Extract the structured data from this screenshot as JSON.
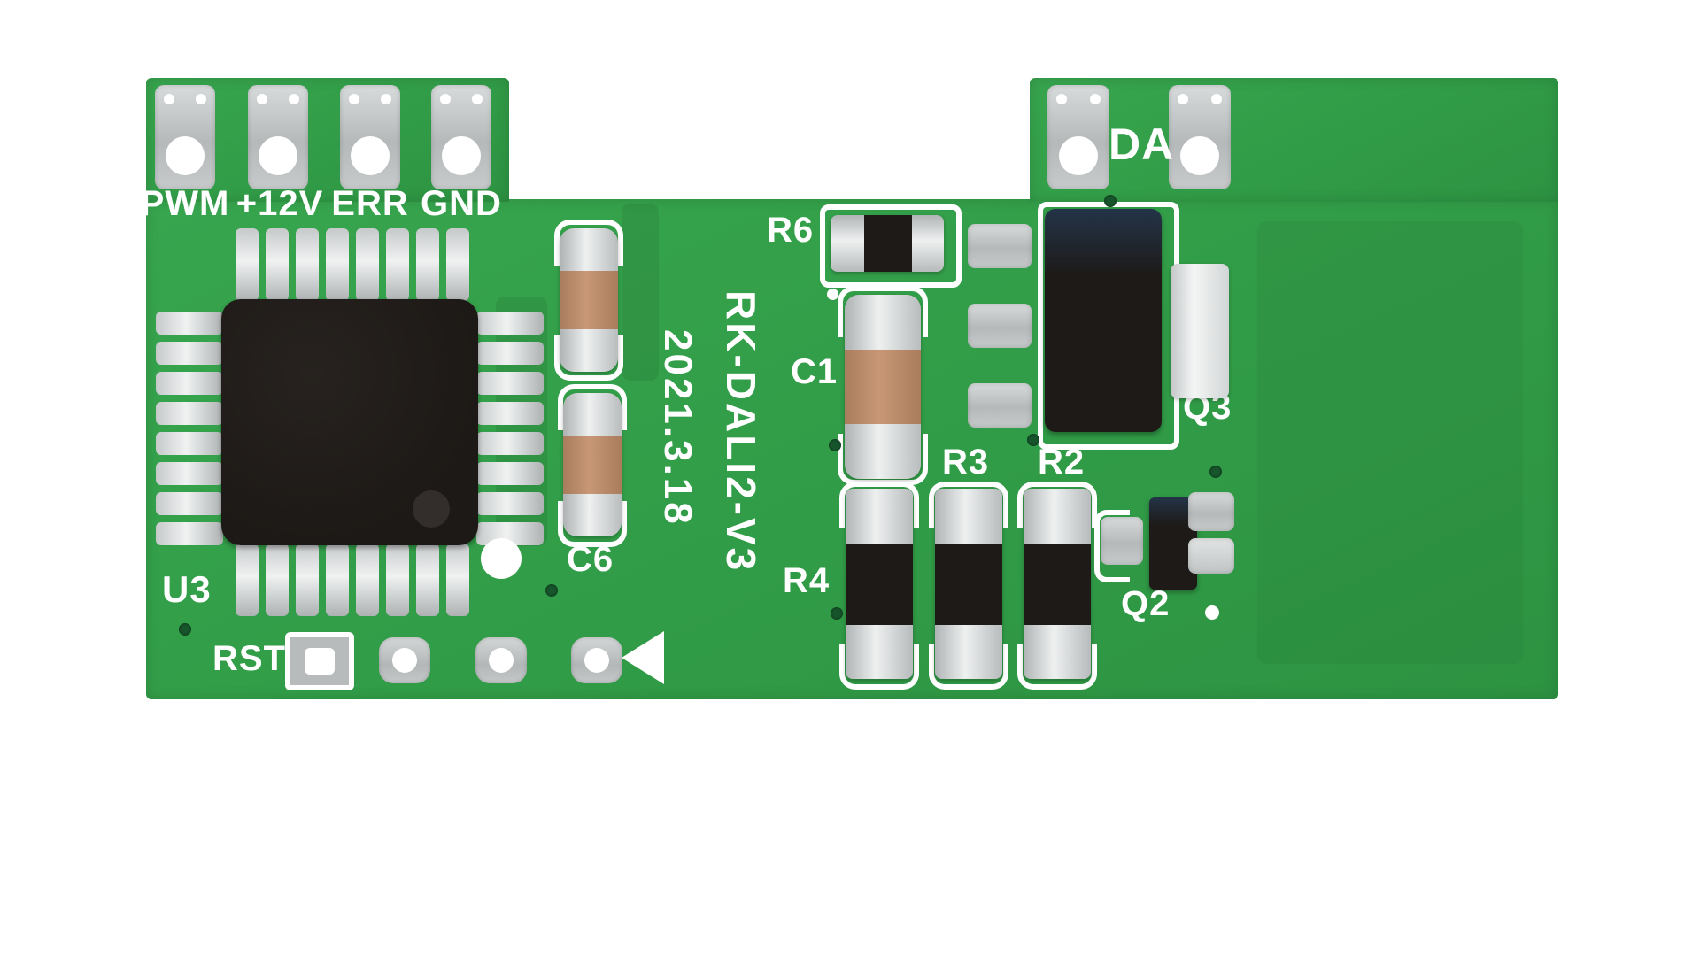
{
  "board": {
    "silkscreen": {
      "model": "RK-DALI2-V3",
      "date": "2021.3.18"
    },
    "connectors": {
      "left": [
        {
          "label": "PWM"
        },
        {
          "label": "+12V"
        },
        {
          "label": "ERR"
        },
        {
          "label": "GND"
        }
      ],
      "right_label": "DA"
    },
    "labels": {
      "u3": "U3",
      "rst": "RST",
      "c6": "C6",
      "r6": "R6",
      "c1": "C1",
      "q3": "Q3",
      "r3": "R3",
      "r2": "R2",
      "r4": "R4",
      "q2": "Q2"
    },
    "colors": {
      "pcb_green": "#33a04a",
      "silkscreen_white": "#ffffff",
      "pad_grey": "#bcc0c1",
      "component_black": "#1e1a18",
      "melf_band_tan": "#c89876"
    }
  }
}
